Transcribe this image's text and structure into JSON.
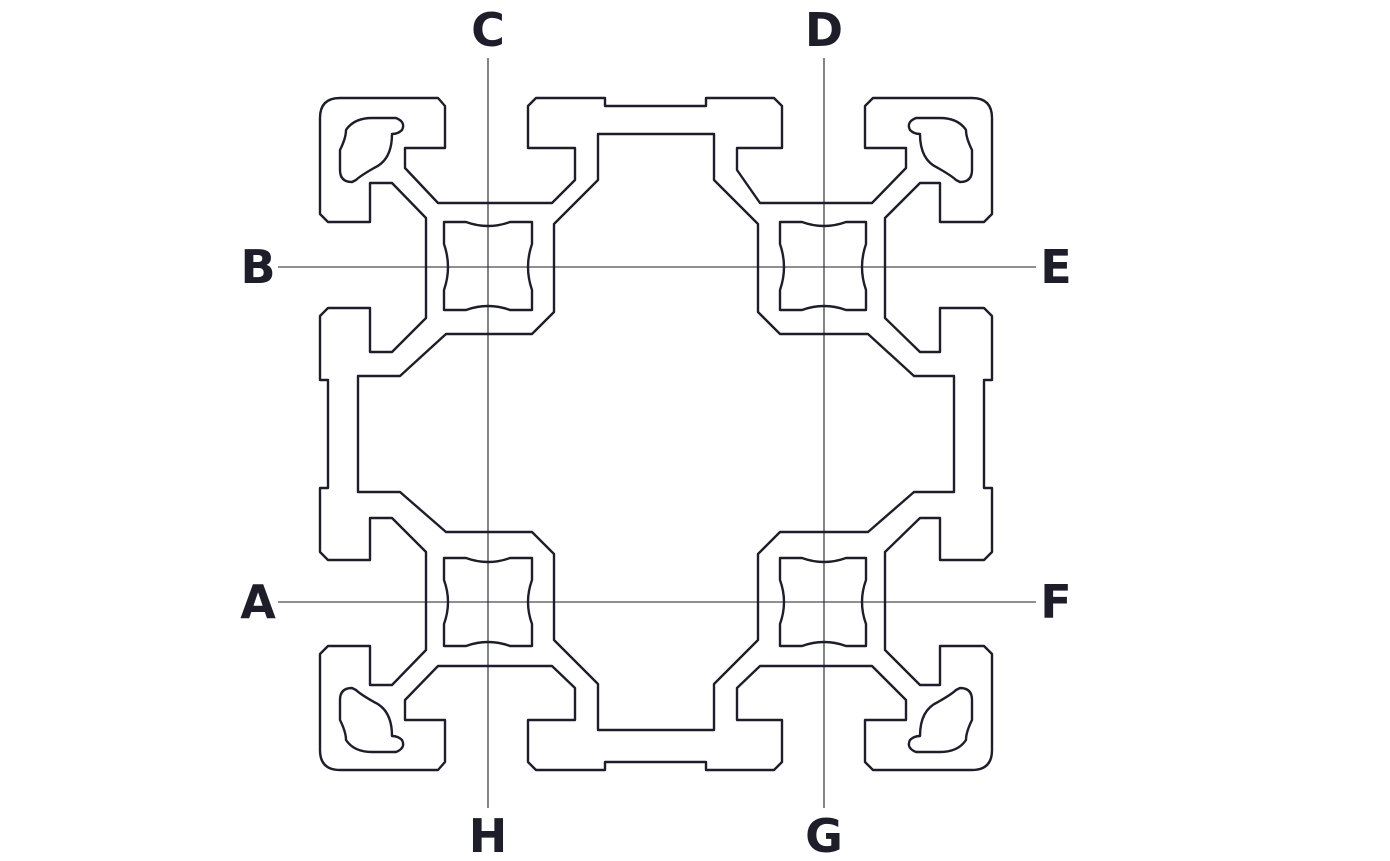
{
  "labels": {
    "A": "A",
    "B": "B",
    "C": "C",
    "D": "D",
    "E": "E",
    "F": "F",
    "G": "G",
    "H": "H"
  },
  "colors": {
    "line": "#1e1e2a",
    "background": "#ffffff"
  }
}
